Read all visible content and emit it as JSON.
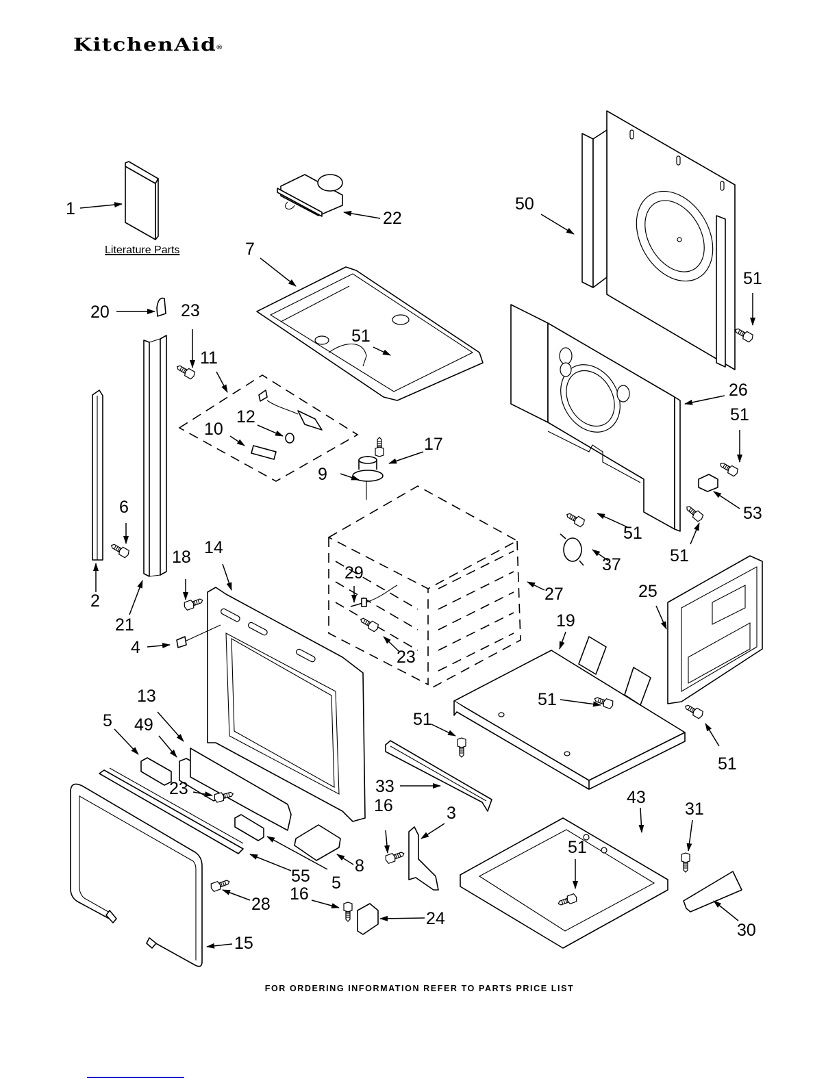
{
  "header": {
    "brand": "KitchenAid",
    "registered_mark": "®"
  },
  "diagram": {
    "literature_caption": "Literature Parts",
    "callouts": [
      {
        "id": "c1",
        "label": "1"
      },
      {
        "id": "c22",
        "label": "22"
      },
      {
        "id": "c50",
        "label": "50"
      },
      {
        "id": "c7",
        "label": "7"
      },
      {
        "id": "c51a",
        "label": "51"
      },
      {
        "id": "c20",
        "label": "20"
      },
      {
        "id": "c23a",
        "label": "23"
      },
      {
        "id": "c51b",
        "label": "51"
      },
      {
        "id": "c11",
        "label": "11"
      },
      {
        "id": "c26",
        "label": "26"
      },
      {
        "id": "c12",
        "label": "12"
      },
      {
        "id": "c10",
        "label": "10"
      },
      {
        "id": "c51c",
        "label": "51"
      },
      {
        "id": "c17",
        "label": "17"
      },
      {
        "id": "c9",
        "label": "9"
      },
      {
        "id": "c53",
        "label": "53"
      },
      {
        "id": "c6",
        "label": "6"
      },
      {
        "id": "c51d",
        "label": "51"
      },
      {
        "id": "c51e",
        "label": "51"
      },
      {
        "id": "c37",
        "label": "37"
      },
      {
        "id": "c14",
        "label": "14"
      },
      {
        "id": "c18",
        "label": "18"
      },
      {
        "id": "c29",
        "label": "29"
      },
      {
        "id": "c2",
        "label": "2"
      },
      {
        "id": "c27",
        "label": "27"
      },
      {
        "id": "c25",
        "label": "25"
      },
      {
        "id": "c21",
        "label": "21"
      },
      {
        "id": "c19",
        "label": "19"
      },
      {
        "id": "c4",
        "label": "4"
      },
      {
        "id": "c23b",
        "label": "23"
      },
      {
        "id": "c13",
        "label": "13"
      },
      {
        "id": "c51f",
        "label": "51"
      },
      {
        "id": "c5a",
        "label": "5"
      },
      {
        "id": "c49",
        "label": "49"
      },
      {
        "id": "c51g",
        "label": "51"
      },
      {
        "id": "c51h",
        "label": "51"
      },
      {
        "id": "c33",
        "label": "33"
      },
      {
        "id": "c23c",
        "label": "23"
      },
      {
        "id": "c43",
        "label": "43"
      },
      {
        "id": "c16a",
        "label": "16"
      },
      {
        "id": "c3",
        "label": "3"
      },
      {
        "id": "c31",
        "label": "31"
      },
      {
        "id": "c51i",
        "label": "51"
      },
      {
        "id": "c55",
        "label": "55"
      },
      {
        "id": "c8",
        "label": "8"
      },
      {
        "id": "c5b",
        "label": "5"
      },
      {
        "id": "c28",
        "label": "28"
      },
      {
        "id": "c16b",
        "label": "16"
      },
      {
        "id": "c24",
        "label": "24"
      },
      {
        "id": "c30",
        "label": "30"
      },
      {
        "id": "c15",
        "label": "15"
      }
    ]
  },
  "footer": {
    "note": "FOR ORDERING INFORMATION REFER TO PARTS PRICE LIST",
    "link_text": ""
  }
}
